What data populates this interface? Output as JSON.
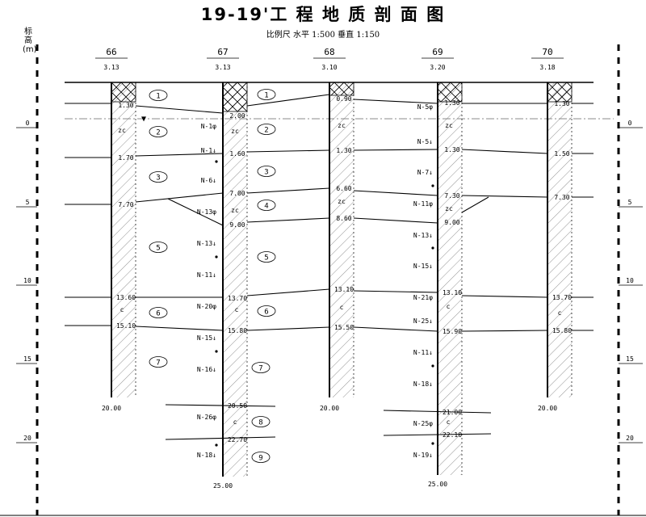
{
  "title": "19-19'工 程 地 质 剖 面 图",
  "scale_text": "比例尺  水平  1:500      垂直  1:150",
  "elevation_axis_label": "标高(m)",
  "elevation_ticks": [
    "0",
    "5",
    "10",
    "15",
    "20"
  ],
  "water_table_symbol": "▼",
  "boreholes": [
    {
      "id": "66",
      "elevation": "3.13",
      "total_depth": "20.00",
      "depth_labels": [
        "1.30",
        "1.70",
        "7.70",
        "13.60",
        "15.10"
      ],
      "soil_codes": [
        "zc",
        "c"
      ],
      "spt": []
    },
    {
      "id": "67",
      "elevation": "3.13",
      "total_depth": "25.00",
      "depth_labels": [
        "2.00",
        "1.60",
        "7.00",
        "9.00",
        "13.70",
        "15.80",
        "20.50",
        "22.70"
      ],
      "soil_codes": [
        "zc",
        "zc",
        "c",
        "c"
      ],
      "spt": [
        "N-1φ",
        "N-1↓",
        "N-6↓",
        "N-13φ",
        "N-13↓",
        "N-11↓",
        "N-20φ",
        "N-15↓",
        "N-16↓",
        "N-26φ",
        "N-18↓"
      ]
    },
    {
      "id": "68",
      "elevation": "3.10",
      "total_depth": "20.00",
      "depth_labels": [
        "0.90",
        "1.30",
        "6.60",
        "8.60",
        "13.10",
        "15.50"
      ],
      "soil_codes": [
        "zc",
        "zc",
        "c"
      ],
      "spt": []
    },
    {
      "id": "69",
      "elevation": "3.20",
      "total_depth": "25.00",
      "depth_labels": [
        "1.30",
        "1.30",
        "7.30",
        "9.00",
        "13.10",
        "15.90",
        "21.00",
        "22.10"
      ],
      "soil_codes": [
        "zc",
        "zc",
        "c",
        "c"
      ],
      "spt": [
        "N-5φ",
        "N-5↓",
        "N-7↓",
        "N-11φ",
        "N-13↓",
        "N-15↓",
        "N-21φ",
        "N-25↓",
        "N-11↓",
        "N-18↓",
        "N-25φ",
        "N-19↓"
      ]
    },
    {
      "id": "70",
      "elevation": "3.18",
      "total_depth": "20.00",
      "depth_labels": [
        "1.30",
        "1.50",
        "7.30",
        "13.70",
        "15.80"
      ],
      "soil_codes": [
        "c"
      ],
      "spt": []
    }
  ],
  "layers": [
    "1",
    "2",
    "3",
    "4",
    "5",
    "6",
    "7",
    "8",
    "9"
  ]
}
